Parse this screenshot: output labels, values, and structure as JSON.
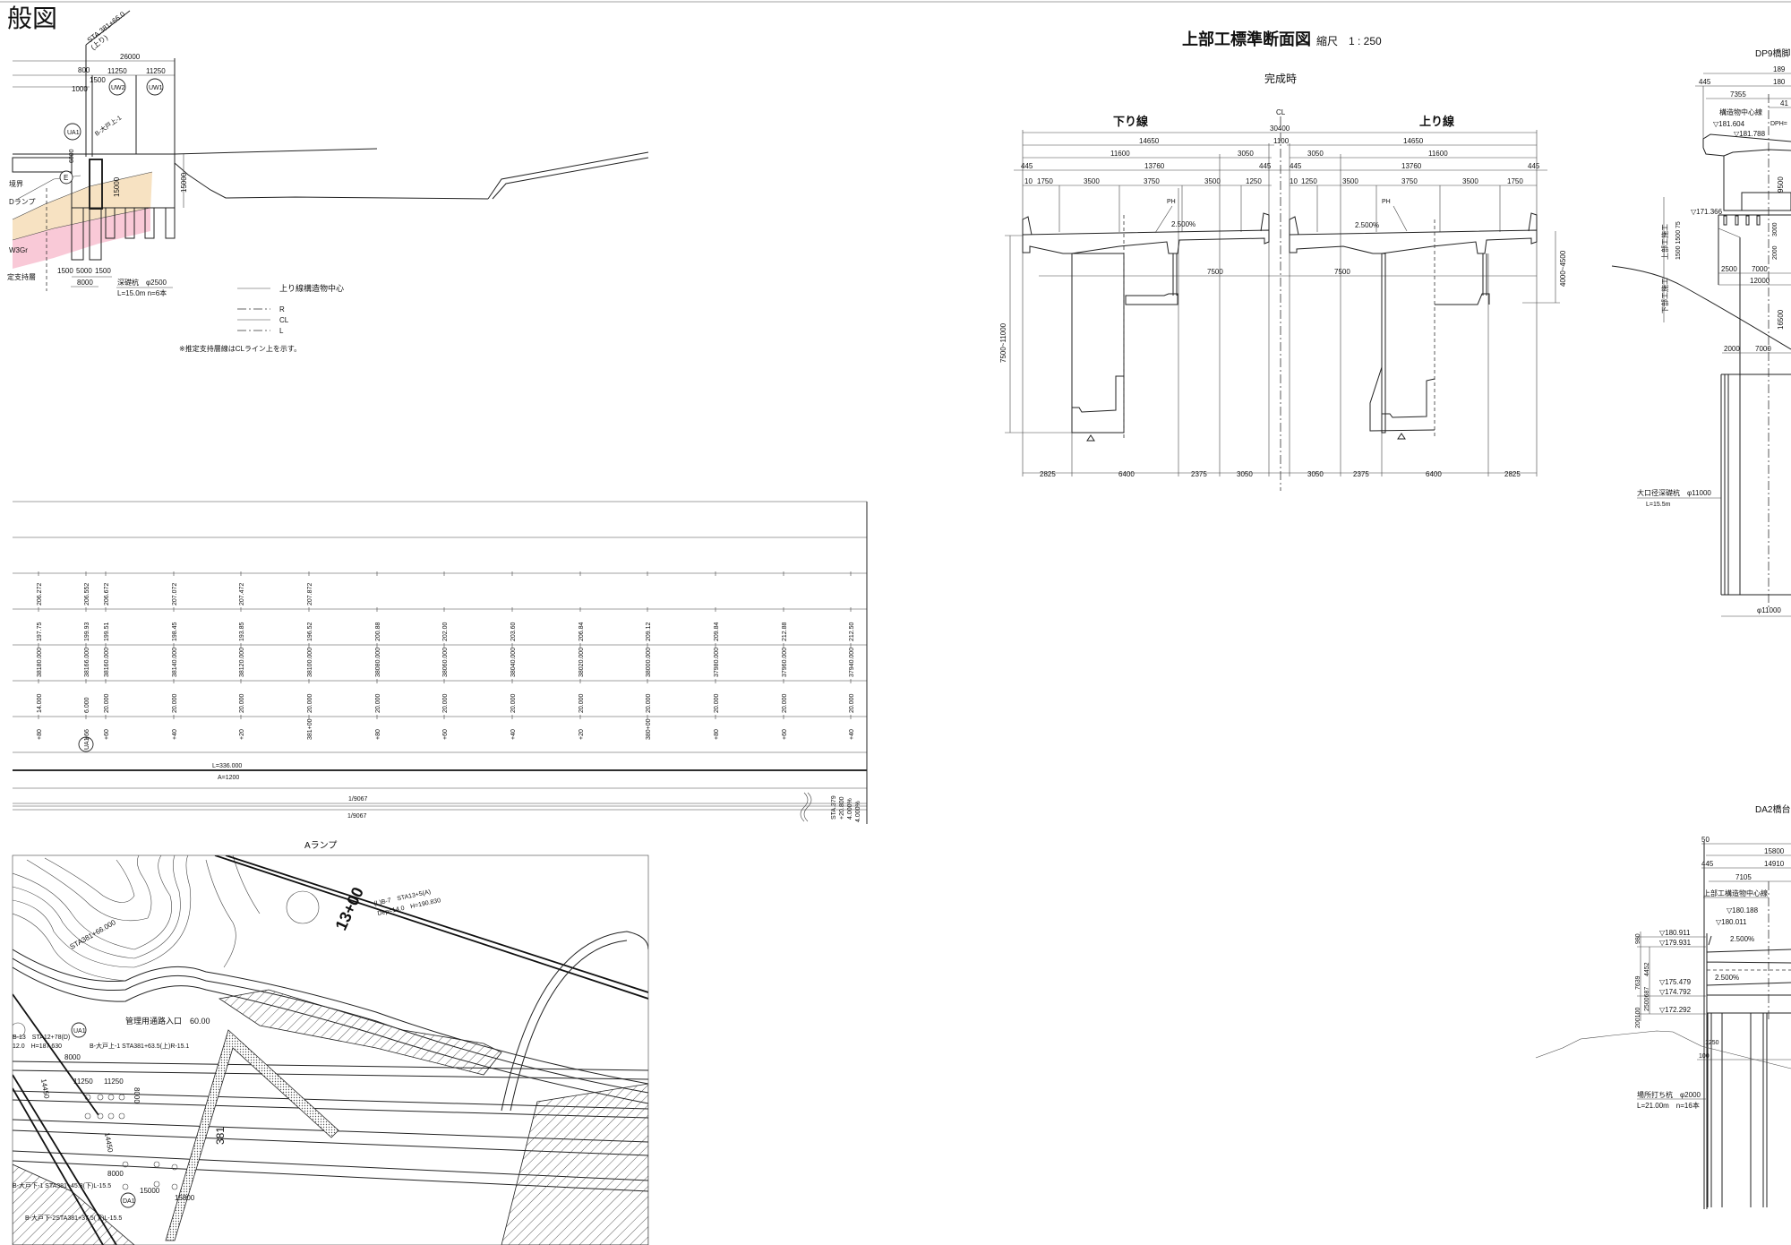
{
  "drawing_title": "般図",
  "elevation": {
    "sta_label": "STA.381+66.0",
    "sta_sub": "(上り)",
    "dims": {
      "total": "26000",
      "d800": "800",
      "d1000": "1000",
      "d1500": "1500",
      "uw2_span": "11250",
      "uw1_span": "11250",
      "h6000": "6000",
      "h15000_left": "15000",
      "h15000_right": "15000",
      "p1500a": "1500",
      "p5000": "5000",
      "p1500b": "1500",
      "p8000": "8000"
    },
    "markers": {
      "uw2": "UW2",
      "uw1": "UW1",
      "ua1": "UA1",
      "e": "E"
    },
    "strata": {
      "boundary": "境界",
      "ramp": "Dランプ",
      "w3gr": "W3Gr",
      "support": "定支持層"
    },
    "boring": "B-大戸上-1",
    "pile_label": "深礎杭　φ2500",
    "pile_spec": "L=15.0m n=6本"
  },
  "legend": {
    "items": [
      {
        "label": "上り線構造物中心"
      },
      {
        "label": "R"
      },
      {
        "label": "CL"
      },
      {
        "label": "L"
      }
    ],
    "note": "※推定支持層線はCLライン上を示す。"
  },
  "profile_table": {
    "rows": [
      {
        "name": "planned-height",
        "values": [
          "206.272",
          "206.552",
          "206.672",
          "207.072",
          "207.472",
          "207.872",
          "",
          "",
          "",
          "",
          "",
          "",
          "",
          ""
        ]
      },
      {
        "name": "ground-height",
        "values": [
          "197.75",
          "199.93",
          "199.51",
          "198.45",
          "193.85",
          "196.52",
          "200.88",
          "202.00",
          "203.60",
          "206.84",
          "209.12",
          "209.84",
          "212.88",
          "212.50"
        ]
      },
      {
        "name": "cumulative-distance",
        "values": [
          "38180.000",
          "38166.000",
          "38160.000",
          "38140.000",
          "38120.000",
          "38100.000",
          "38080.000",
          "38060.000",
          "38040.000",
          "38020.000",
          "38000.000",
          "37980.000",
          "37960.000",
          "37940.000"
        ]
      },
      {
        "name": "single-distance",
        "values": [
          "14.000",
          "6.000",
          "20.000",
          "20.000",
          "20.000",
          "20.000",
          "20.000",
          "20.000",
          "20.000",
          "20.000",
          "20.000",
          "20.000",
          "20.000",
          "20.000"
        ]
      },
      {
        "name": "station",
        "values": [
          "+80",
          "+66",
          "+60",
          "+40",
          "+20",
          "381+00",
          "+80",
          "+60",
          "+40",
          "+20",
          "380+00",
          "+80",
          "+60",
          "+40"
        ]
      }
    ],
    "marker": "UA1",
    "curve_length": "L=336.000",
    "clothoid": "A=1200",
    "grade_upper": "1/9067",
    "grade_lower": "1/9067",
    "sta_note": [
      "STA.379",
      "+20.800",
      "4.000%",
      "4.000%"
    ]
  },
  "cross_section": {
    "title": "上部工標準断面図",
    "scale": "縮尺　1 : 250",
    "subtitle": "完成時",
    "down_line": "下り線",
    "up_line": "上り線",
    "cl": "CL",
    "dims": {
      "total": "30400",
      "median": "1100",
      "l14650": "14650",
      "r14650": "14650",
      "l11600": "11600",
      "l3050": "3050",
      "r3050": "3050",
      "r11600": "11600",
      "l445a": "445",
      "l13760": "13760",
      "l445b": "445",
      "r445a": "445",
      "r13760": "13760",
      "r445b": "445",
      "left_lanes": [
        "10",
        "1750",
        "3500",
        "3750",
        "3500",
        "1250"
      ],
      "right_lanes": [
        "10",
        "1250",
        "3500",
        "3750",
        "3500",
        "1750"
      ],
      "ph": "PH",
      "slope": "2.500%",
      "l7500": "7500",
      "r7500": "7500",
      "pier_height": "7500~11000",
      "girder_height": "4000~4500",
      "left_bottom": [
        "2825",
        "6400",
        "2375",
        "3050"
      ],
      "right_bottom": [
        "3050",
        "2375",
        "6400",
        "2825"
      ]
    }
  },
  "dp9": {
    "title": "DP9橋脚",
    "dims": [
      "189",
      "180",
      "445",
      "7355",
      "41"
    ],
    "center_line": "構造物中心線",
    "dph": "DPH=",
    "el1": "▽181.604",
    "el2": "▽181.788",
    "el3": "▽171.366",
    "h9500": "9500",
    "h_stack": "1500 1500 75",
    "h3000": "3000",
    "h2000": "2000",
    "upper_work": "上部工施工",
    "lower_work": "下部工施工",
    "w2500": "2500",
    "w7000a": "7000",
    "w12000": "12000",
    "h16500": "16500",
    "w2000": "2000",
    "w7000b": "7000",
    "pile_label": "大口径深礎杭　φ11000",
    "pile_spec": "L=15.5m",
    "diameter": "φ11000"
  },
  "da2": {
    "title": "DA2橋台",
    "dims": {
      "d50": "50",
      "d15800": "15800",
      "d445": "445",
      "d14910": "14910",
      "d7105": "7105"
    },
    "center_line": "上部工構造物中心線",
    "elevations": [
      "▽180.188",
      "▽180.011",
      "▽180.911",
      "▽179.931",
      "▽175.479",
      "▽174.792",
      "▽172.292"
    ],
    "slope1": "2.500%",
    "slope2": "2.500%",
    "vdims": [
      "980",
      "7639",
      "4452",
      "2500687",
      "200100"
    ],
    "d1250": "1250",
    "d100": "100",
    "pile_label": "場所打ち杭　φ2000",
    "pile_spec": "L=21.00m　n=16本"
  },
  "plan": {
    "title": "Aランプ",
    "labels": {
      "access": "管理用通路入口　60.00",
      "boring_up": "B-大戸上-1 STA381+63.5(上)R-15.1",
      "boring_b13": "B-13　STA12+78(D)",
      "boring_b13_sub": "12.0　H=187.630",
      "boring_dn1": "B-大戸下-1 STA381+45.8(下)L-15.5",
      "boring_dn2": "B-大戸下-2STA381+37.5(下)L-15.5",
      "boring_l": "(L)B-7　STA13+5(A)",
      "boring_l_sub": "Dep=14.0　H=190.830",
      "sta": "STA381+66.000",
      "sta381": "381",
      "sta13": "13+00",
      "ua1": "UA1",
      "da1": "DA1",
      "d11250a": "11250",
      "d11250b": "11250",
      "d8000a": "8000",
      "d8000b": "8000",
      "d8000c": "8000",
      "d15000": "15000",
      "d15800": "15800",
      "d14450a": "14450",
      "d14450b": "14450"
    }
  }
}
